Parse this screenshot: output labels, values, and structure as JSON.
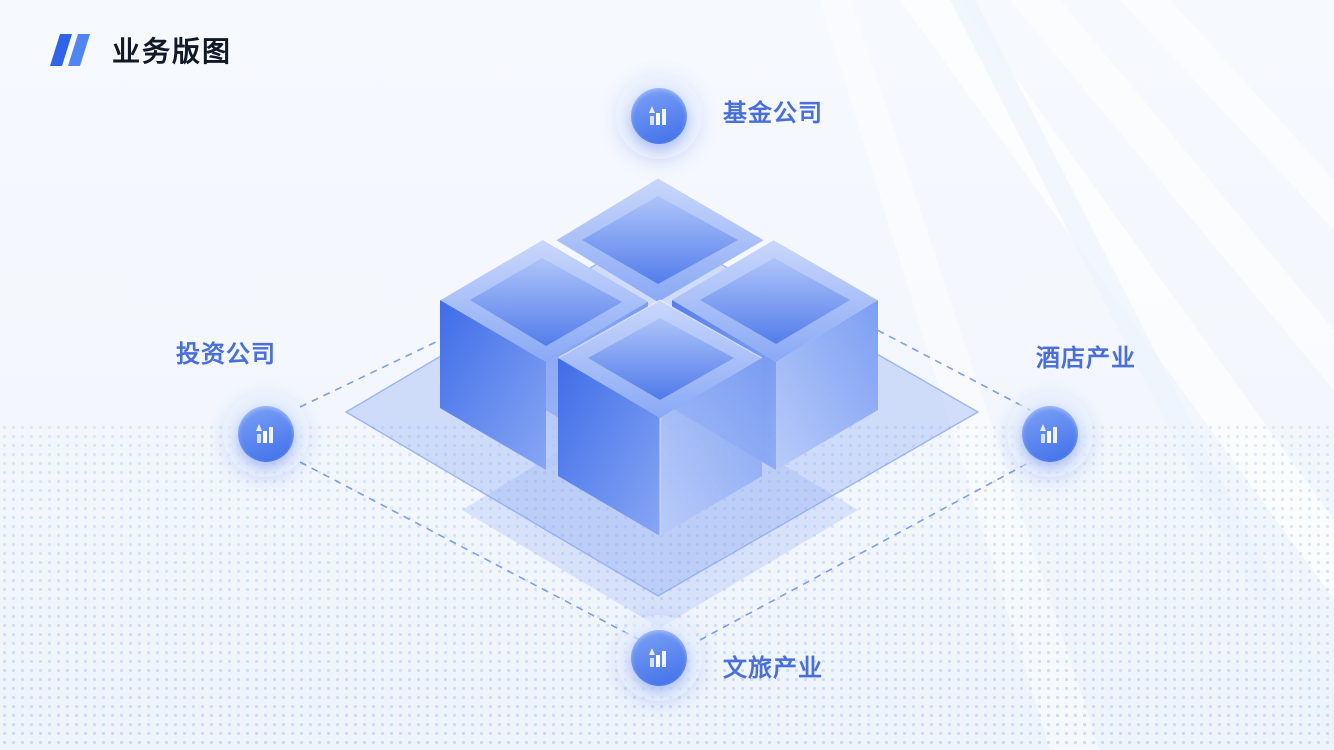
{
  "header": {
    "title": "业务版图",
    "logo_icon": "double-slash-logo-icon"
  },
  "diagram": {
    "center_icon": "stacked-cubes-illustration",
    "nodes": [
      {
        "id": "fund",
        "label": "基金公司",
        "icon": "chart-building-icon"
      },
      {
        "id": "invest",
        "label": "投资公司",
        "icon": "chart-building-icon"
      },
      {
        "id": "hotel",
        "label": "酒店产业",
        "icon": "chart-building-icon"
      },
      {
        "id": "tourism",
        "label": "文旅产业",
        "icon": "chart-building-icon"
      }
    ]
  },
  "colors": {
    "accent": "#3f6fe9",
    "label": "#4a6fd8",
    "title": "#111827",
    "background": "#f4f8fe"
  }
}
